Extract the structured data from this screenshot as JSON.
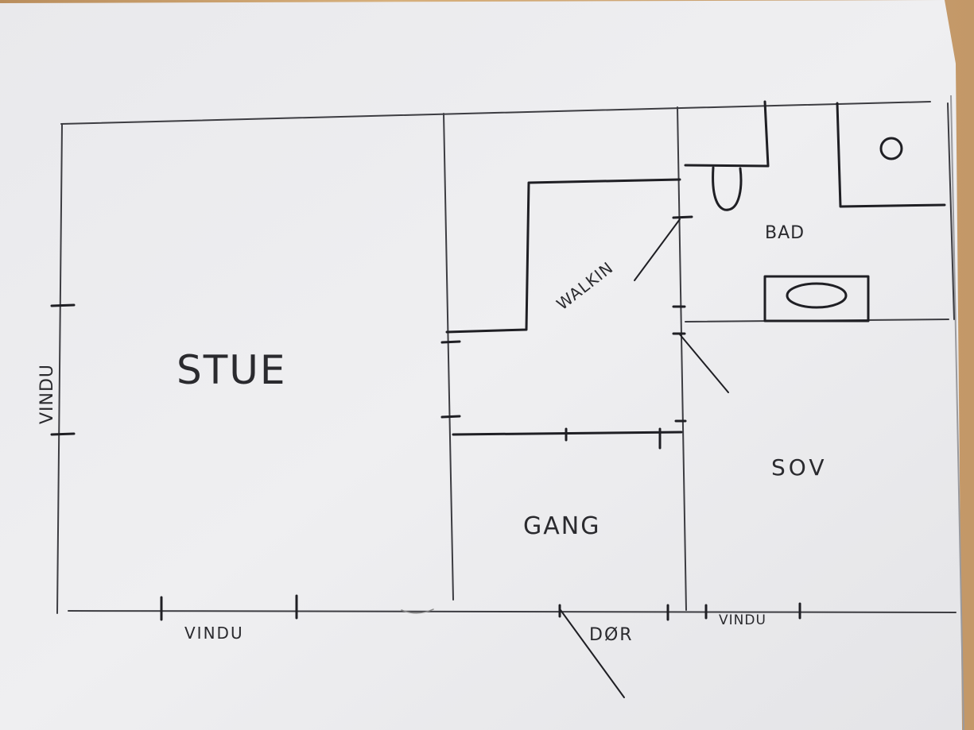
{
  "rooms": {
    "stue": "STUE",
    "walkin": "WALKIN",
    "bad": "BAD",
    "sov": "SOV",
    "gang": "GANG"
  },
  "labels": {
    "vindu_left": "VINDU",
    "vindu_bottom": "VINDU",
    "vindu_right": "VINDU",
    "dor": "DØR"
  },
  "colors": {
    "paper": "#ececee",
    "ink": "#2a2a2e",
    "pencil": "#3d3d42",
    "wood": "#c9a679"
  }
}
